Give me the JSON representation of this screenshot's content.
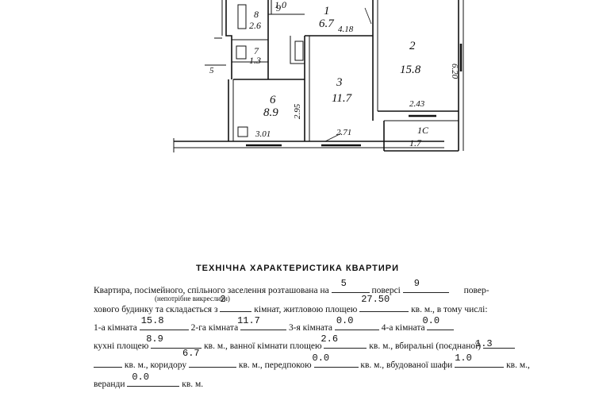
{
  "plan": {
    "rooms": [
      {
        "num": "1",
        "area": "6.7"
      },
      {
        "num": "2",
        "area": "15.8"
      },
      {
        "num": "3",
        "area": "11.7"
      },
      {
        "num": "6",
        "area": "8.9"
      },
      {
        "num": "7",
        "area": "1.3"
      },
      {
        "num": "8",
        "area": "2.6"
      },
      {
        "num": "9",
        "area": "1.0"
      },
      {
        "num": "1С",
        "area": "1.7"
      }
    ],
    "dims": [
      "4.18",
      "6.20",
      "2.43",
      "2.95",
      "3.01",
      "2.71",
      "5"
    ]
  },
  "title": "ТЕХНІЧНА ХАРАКТЕРИСТИКА КВАРТИРИ",
  "form": {
    "l1a": "Квартира, посімейного, спільного заселення розташована на",
    "floor": "5",
    "l1b": "поверсі",
    "floors_total": "9",
    "l1c": "повер-",
    "l1_note": "(непотрібне викреслити)",
    "l2a": "хового будинку та складається з",
    "rooms_count": "2",
    "l2b": "кімнат, житловою площею",
    "living_area": "27.50",
    "l2c": "кв. м., в тому числі:",
    "r1_label": "1-а кімната",
    "r1": "15.8",
    "r2_label": "2-га кімната",
    "r2": "11.7",
    "r3_label": "3-я кімната",
    "r3": "0.0",
    "r4_label": "4-а кімната",
    "r4": "0.0",
    "kitchen_label": "кухні площею",
    "kitchen": "8.9",
    "kv": "кв. м.,",
    "bath_label": "ванної кімнати площею",
    "bath": "2.6",
    "wc_label": "кв. м., вбиральні (поєднаної)",
    "wc": "1.3",
    "corridor_label": "кв. м., коридору",
    "corridor": "6.7",
    "hall_label": "кв. м., передпокою",
    "hall": "0.0",
    "closet_label": "кв. м., вбудованої шафи",
    "closet": "1.0",
    "kv_end": "кв. м.,",
    "veranda_label": "веранди",
    "veranda": "0.0",
    "kv_final": "кв. м."
  }
}
